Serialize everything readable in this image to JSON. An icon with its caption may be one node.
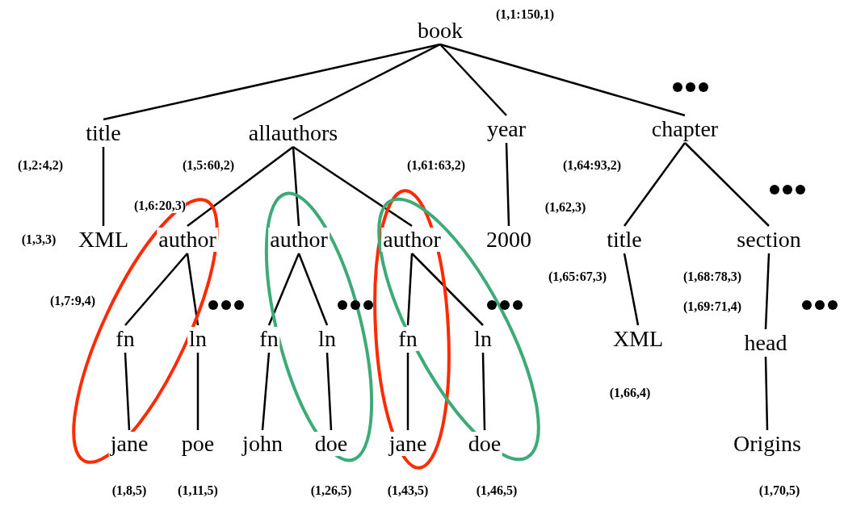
{
  "diagram": {
    "nodes": [
      {
        "text": [
          "book"
        ],
        "beside": [
          "(1,1:150,1)"
        ]
      },
      {
        "text": [
          "title"
        ],
        "beside": [
          "(1,2:4,2)"
        ]
      },
      {
        "text": [
          "allauthors"
        ],
        "beside": [
          "(1,5:60,2)"
        ]
      },
      {
        "text": [
          "year"
        ],
        "beside": [
          "(1,61:63,2)"
        ]
      },
      {
        "text": [
          "chapter"
        ],
        "beside": [
          "(1,64:93,2)"
        ]
      },
      {
        "text": [
          "XML"
        ],
        "beside": [
          "(1,3,3)"
        ]
      },
      {
        "text": [
          "author"
        ],
        "beside": [
          "(1,6:20,3)"
        ]
      },
      {
        "text": [
          "author"
        ]
      },
      {
        "text": [
          "author"
        ]
      },
      {
        "text": [
          "2000"
        ],
        "beside": [
          "(1,62,3)"
        ]
      },
      {
        "text": [
          "title"
        ],
        "beside": [
          "(1,65:67,3)"
        ]
      },
      {
        "text": [
          "section"
        ],
        "beside": [
          "(1,68:78,3)"
        ]
      },
      {
        "text": [
          "fn"
        ],
        "beside": [
          "(1,7:9,4)"
        ]
      },
      {
        "text": [
          "ln"
        ]
      },
      {
        "text": [
          "fn"
        ]
      },
      {
        "text": [
          "ln"
        ]
      },
      {
        "text": [
          "fn"
        ]
      },
      {
        "text": [
          "ln"
        ]
      },
      {
        "text": [
          "XML"
        ],
        "beside": [
          "(1,66,4)"
        ]
      },
      {
        "text": [
          "head"
        ],
        "beside": [
          "(1,69:71,4)"
        ]
      },
      {
        "text": [
          "jane"
        ],
        "beside": [
          "(1,8,5)"
        ]
      },
      {
        "text": [
          "poe"
        ],
        "beside": [
          "(1,11,5)"
        ]
      },
      {
        "text": [
          "john"
        ]
      },
      {
        "text": [
          "doe"
        ],
        "beside": [
          "(1,26,5)"
        ]
      },
      {
        "text": [
          "jane"
        ],
        "beside": [
          "(1,43,5)"
        ]
      },
      {
        "text": [
          "doe"
        ],
        "beside": [
          "(1,46,5)"
        ]
      },
      {
        "text": [
          "Origins"
        ],
        "beside": [
          "(1,70,5)"
        ]
      }
    ],
    "edges": [
      {
        "from": 0,
        "to": 1,
        "arrow": "none"
      },
      {
        "from": 0,
        "to": 2,
        "arrow": "none"
      },
      {
        "from": 0,
        "to": 3,
        "arrow": "none"
      },
      {
        "from": 0,
        "to": 4,
        "arrow": "none"
      },
      {
        "from": 1,
        "to": 5,
        "arrow": "none"
      },
      {
        "from": 2,
        "to": 6,
        "arrow": "none"
      },
      {
        "from": 2,
        "to": 7,
        "arrow": "none"
      },
      {
        "from": 2,
        "to": 8,
        "arrow": "none"
      },
      {
        "from": 3,
        "to": 9,
        "arrow": "none"
      },
      {
        "from": 4,
        "to": 10,
        "arrow": "none"
      },
      {
        "from": 4,
        "to": 11,
        "arrow": "none"
      },
      {
        "from": 6,
        "to": 12,
        "arrow": "none"
      },
      {
        "from": 6,
        "to": 13,
        "arrow": "none"
      },
      {
        "from": 7,
        "to": 14,
        "arrow": "none"
      },
      {
        "from": 7,
        "to": 15,
        "arrow": "none"
      },
      {
        "from": 8,
        "to": 16,
        "arrow": "none"
      },
      {
        "from": 8,
        "to": 17,
        "arrow": "none"
      },
      {
        "from": 10,
        "to": 18,
        "arrow": "none"
      },
      {
        "from": 11,
        "to": 19,
        "arrow": "none"
      },
      {
        "from": 12,
        "to": 20,
        "arrow": "none"
      },
      {
        "from": 13,
        "to": 21,
        "arrow": "none"
      },
      {
        "from": 14,
        "to": 22,
        "arrow": "none"
      },
      {
        "from": 15,
        "to": 23,
        "arrow": "none"
      },
      {
        "from": 16,
        "to": 24,
        "arrow": "none"
      },
      {
        "from": 17,
        "to": 25,
        "arrow": "none"
      },
      {
        "from": 19,
        "to": 26,
        "arrow": "none"
      }
    ]
  }
}
